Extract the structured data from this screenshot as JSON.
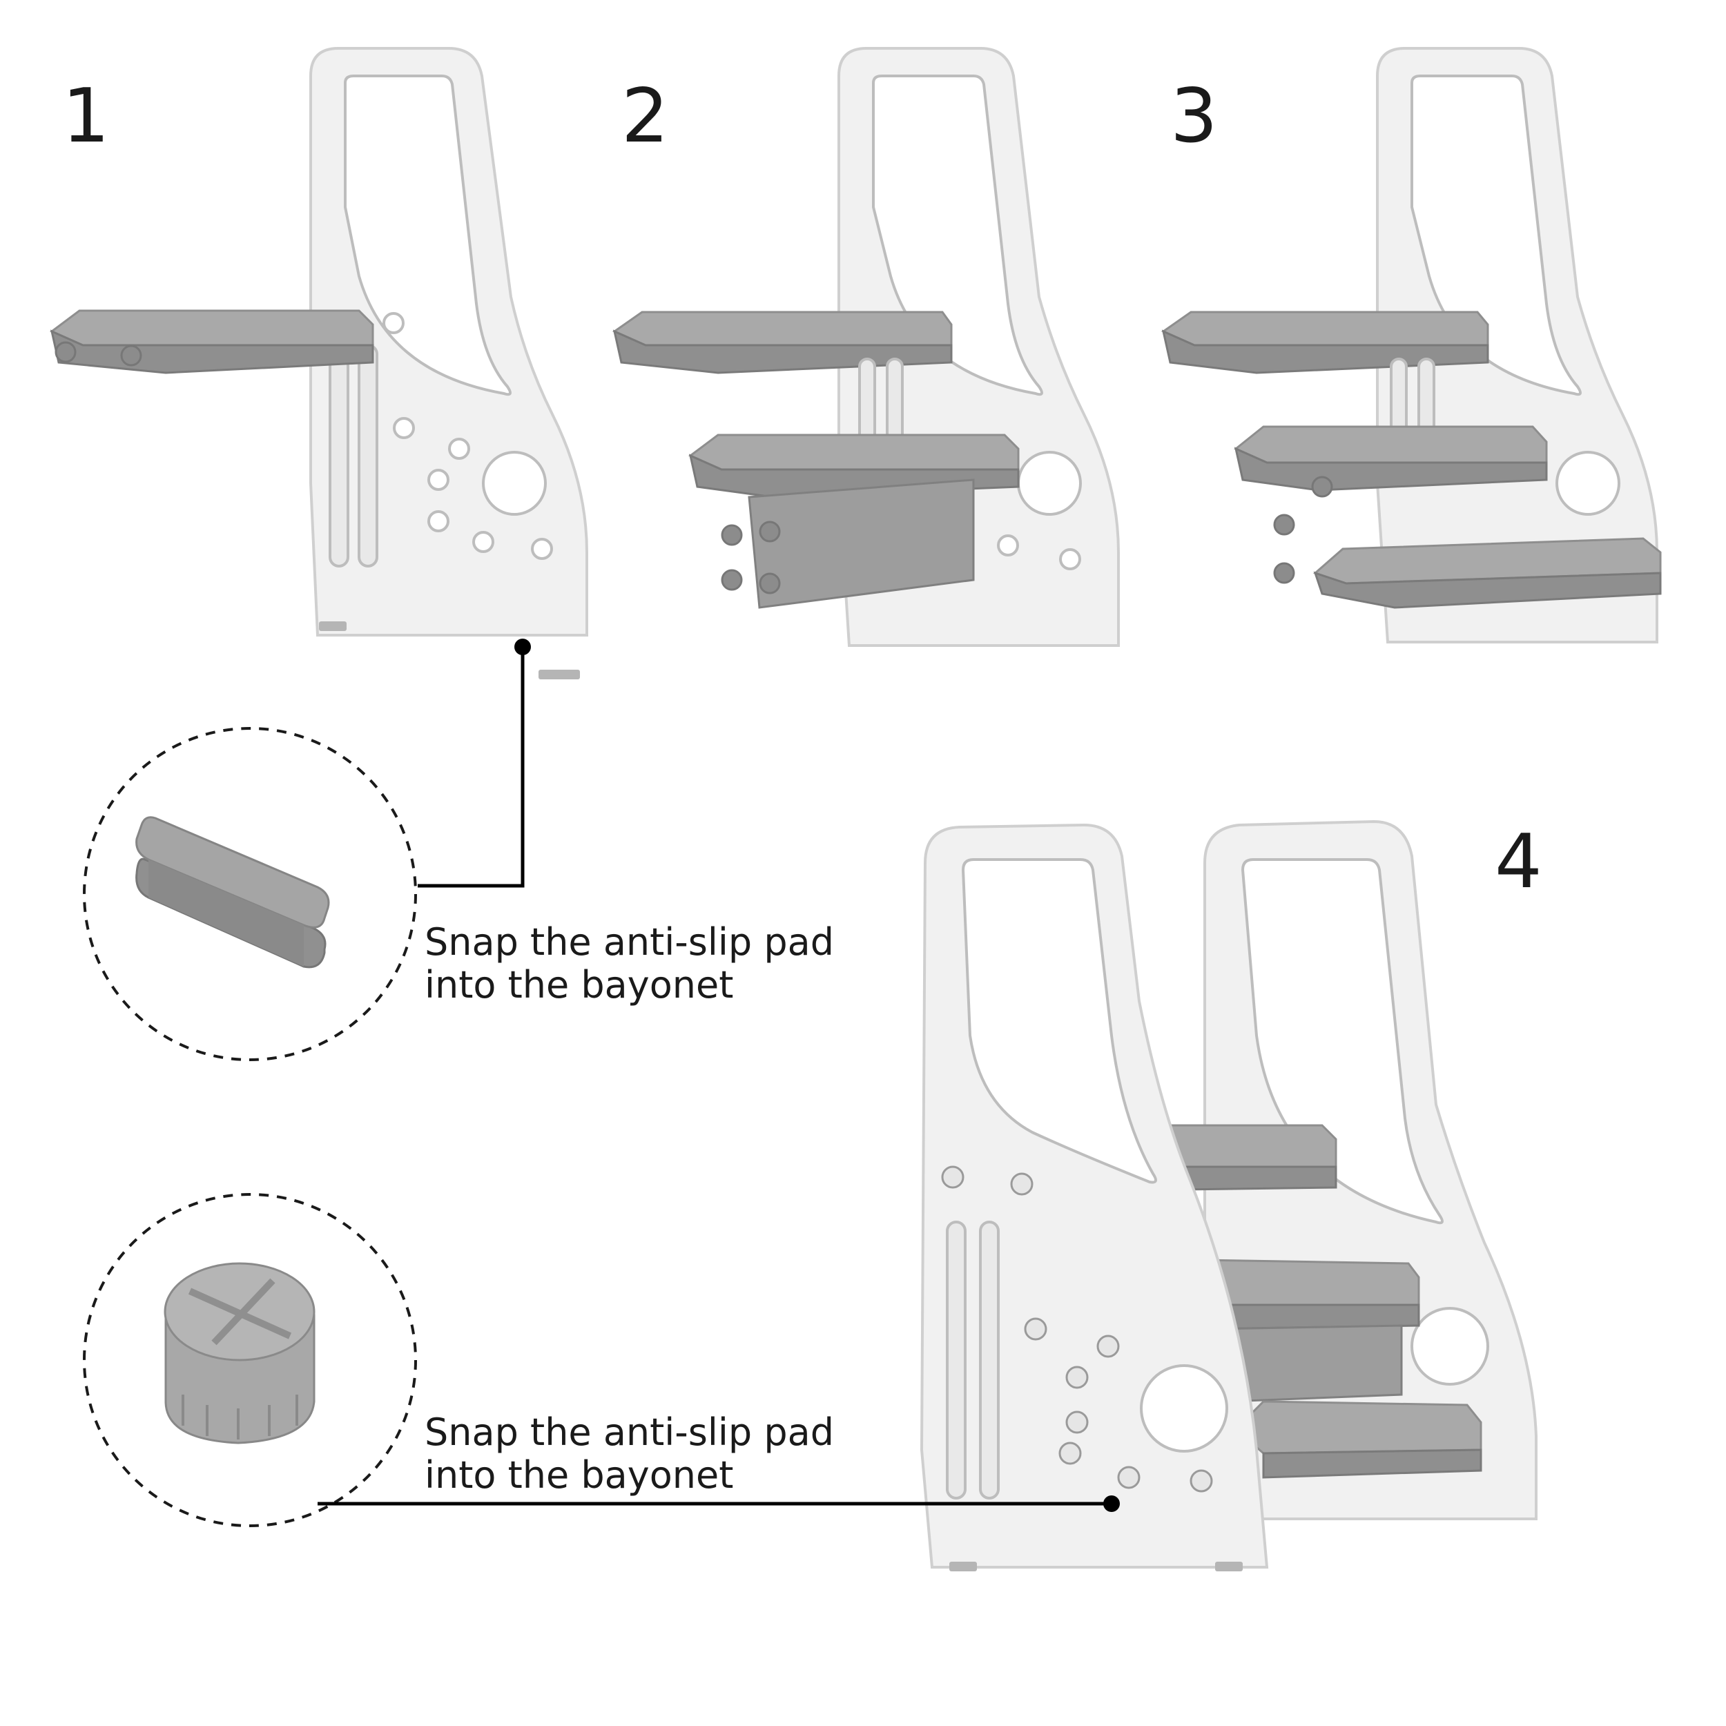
{
  "steps": {
    "step1": "1",
    "step2": "2",
    "step3": "3",
    "step4": "4"
  },
  "callouts": {
    "pad_text_line1": "Snap the anti-slip pad",
    "pad_text_line2": "into the bayonet",
    "cap_text_line1": "Snap the anti-slip pad",
    "cap_text_line2": "into the bayonet"
  },
  "colors": {
    "frame": "#f1f1f1",
    "tread": "#a9a9a9",
    "text": "#1a1a1a"
  }
}
